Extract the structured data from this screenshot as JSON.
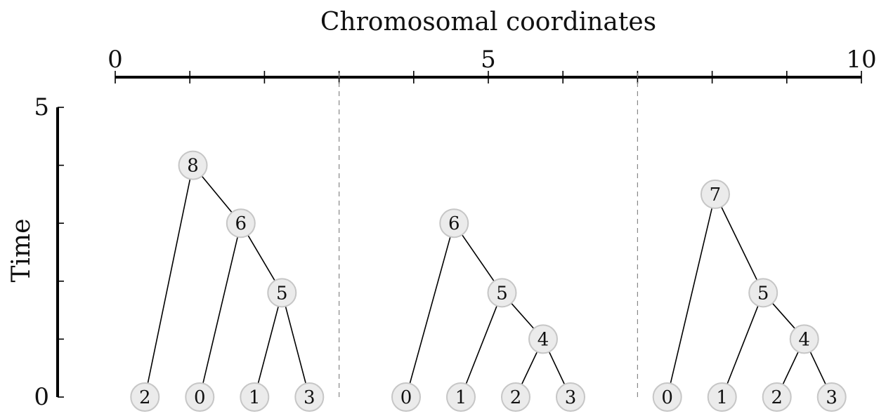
{
  "figure": {
    "title": "Chromosomal coordinates",
    "ylabel": "Time",
    "x_axis": {
      "min": 0,
      "max": 10,
      "labelled_ticks": [
        0,
        5,
        10
      ],
      "minor_step": 1
    },
    "y_axis": {
      "min": 0,
      "max": 5,
      "labelled_ticks": [
        0,
        5
      ],
      "minor_step": 1
    },
    "breakpoints": [
      3,
      7
    ]
  },
  "trees": [
    {
      "interval": [
        0,
        3
      ],
      "nodes": [
        {
          "id": "2",
          "time": 0
        },
        {
          "id": "0",
          "time": 0
        },
        {
          "id": "1",
          "time": 0
        },
        {
          "id": "3",
          "time": 0
        },
        {
          "id": "5",
          "time": 1.8
        },
        {
          "id": "6",
          "time": 3
        },
        {
          "id": "8",
          "time": 4
        }
      ],
      "edges": [
        [
          "8",
          "2"
        ],
        [
          "8",
          "6"
        ],
        [
          "6",
          "0"
        ],
        [
          "6",
          "5"
        ],
        [
          "5",
          "1"
        ],
        [
          "5",
          "3"
        ]
      ]
    },
    {
      "interval": [
        3,
        7
      ],
      "nodes": [
        {
          "id": "0",
          "time": 0
        },
        {
          "id": "1",
          "time": 0
        },
        {
          "id": "2",
          "time": 0
        },
        {
          "id": "3",
          "time": 0
        },
        {
          "id": "4",
          "time": 1
        },
        {
          "id": "5",
          "time": 1.8
        },
        {
          "id": "6",
          "time": 3
        }
      ],
      "edges": [
        [
          "6",
          "0"
        ],
        [
          "6",
          "5"
        ],
        [
          "5",
          "1"
        ],
        [
          "5",
          "4"
        ],
        [
          "4",
          "2"
        ],
        [
          "4",
          "3"
        ]
      ]
    },
    {
      "interval": [
        7,
        10
      ],
      "nodes": [
        {
          "id": "0",
          "time": 0
        },
        {
          "id": "1",
          "time": 0
        },
        {
          "id": "2",
          "time": 0
        },
        {
          "id": "3",
          "time": 0
        },
        {
          "id": "4",
          "time": 1
        },
        {
          "id": "5",
          "time": 1.8
        },
        {
          "id": "7",
          "time": 3.5
        }
      ],
      "edges": [
        [
          "7",
          "0"
        ],
        [
          "7",
          "5"
        ],
        [
          "5",
          "1"
        ],
        [
          "5",
          "4"
        ],
        [
          "4",
          "2"
        ],
        [
          "4",
          "3"
        ]
      ]
    }
  ]
}
